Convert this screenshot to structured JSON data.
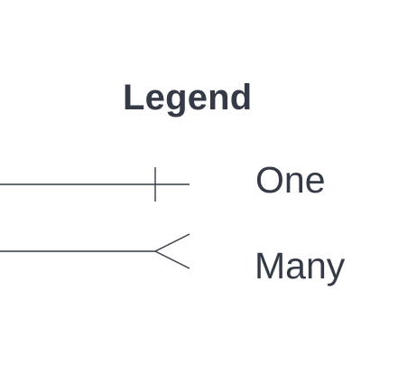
{
  "legend": {
    "title": "Legend",
    "items": [
      {
        "label": "One",
        "symbol": "one-cardinality-icon"
      },
      {
        "label": "Many",
        "symbol": "many-cardinality-icon"
      }
    ]
  },
  "colors": {
    "ink": "#343a46",
    "background": "#ffffff"
  }
}
